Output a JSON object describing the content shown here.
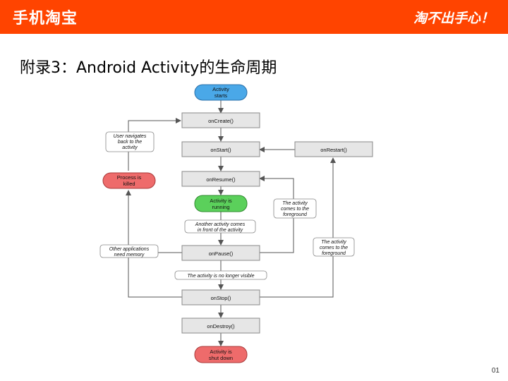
{
  "header": {
    "brand": "手机淘宝",
    "slogan": "淘不出手心！",
    "bar_color": "#ff4400"
  },
  "slide": {
    "title": "附录3：Android Activity的生命周期",
    "page_number": "01"
  },
  "diagram": {
    "start": [
      "Activity",
      "starts"
    ],
    "running": [
      "Activity is",
      "running"
    ],
    "killed": [
      "Process is",
      "killed"
    ],
    "shutdown": [
      "Activity is",
      "shut down"
    ],
    "on_create": "onCreate()",
    "on_start": "onStart()",
    "on_restart": "onRestart()",
    "on_resume": "onResume()",
    "on_pause": "onPause()",
    "on_stop": "onStop()",
    "on_destroy": "onDestroy()",
    "note_user_back": [
      "User navigates",
      "back to the",
      "activity"
    ],
    "note_foreground_1": [
      "The activity",
      "comes to the",
      "foreground"
    ],
    "note_another": [
      "Another activity comes",
      "in front of the activity"
    ],
    "note_other_apps": [
      "Other applications",
      "need memory"
    ],
    "note_foreground_2": [
      "The activity",
      "comes to the",
      "foreground"
    ],
    "note_no_longer": "The activity is no longer visible",
    "colors": {
      "start": "#4aa8e8",
      "running": "#5bd05b",
      "end": "#ee6b6b",
      "box": "#e6e6e6",
      "line": "#555555"
    }
  }
}
